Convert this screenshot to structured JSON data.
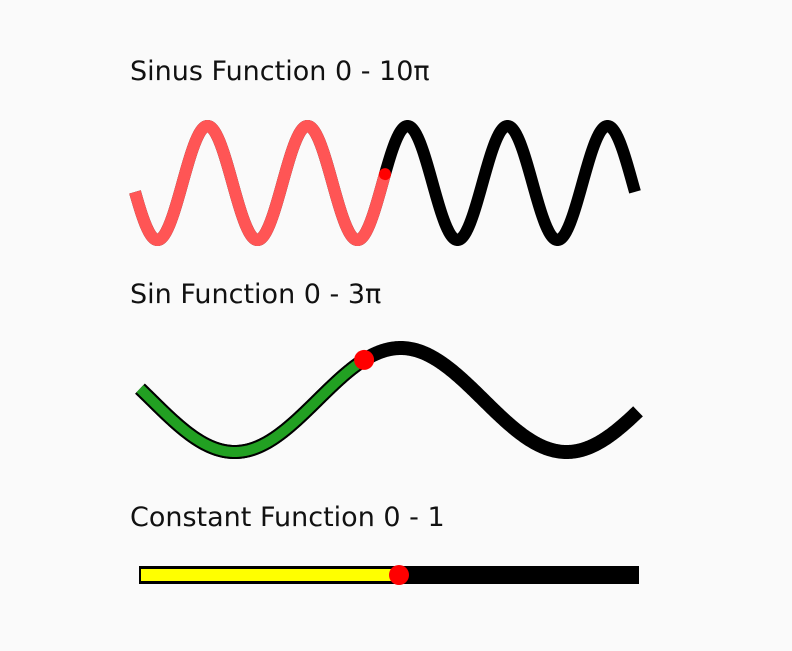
{
  "functions": [
    {
      "id": "sin10",
      "title": "Sinus Function 0 - 10π",
      "kind": "sin",
      "period_multiple": 10,
      "progress": 0.5,
      "progress_color": "#ff5555",
      "track_color": "#000000",
      "handle_color": "#ff0000"
    },
    {
      "id": "sin3",
      "title": "Sin Function 0 - 3π",
      "kind": "sin",
      "period_multiple": 3,
      "progress": 0.45,
      "progress_color": "#22a022",
      "track_color": "#000000",
      "handle_color": "#ff0000"
    },
    {
      "id": "const",
      "title": "Constant Function 0 - 1",
      "kind": "constant",
      "progress": 0.52,
      "progress_color": "#ffff00",
      "track_color": "#000000",
      "handle_color": "#ff0000"
    }
  ]
}
